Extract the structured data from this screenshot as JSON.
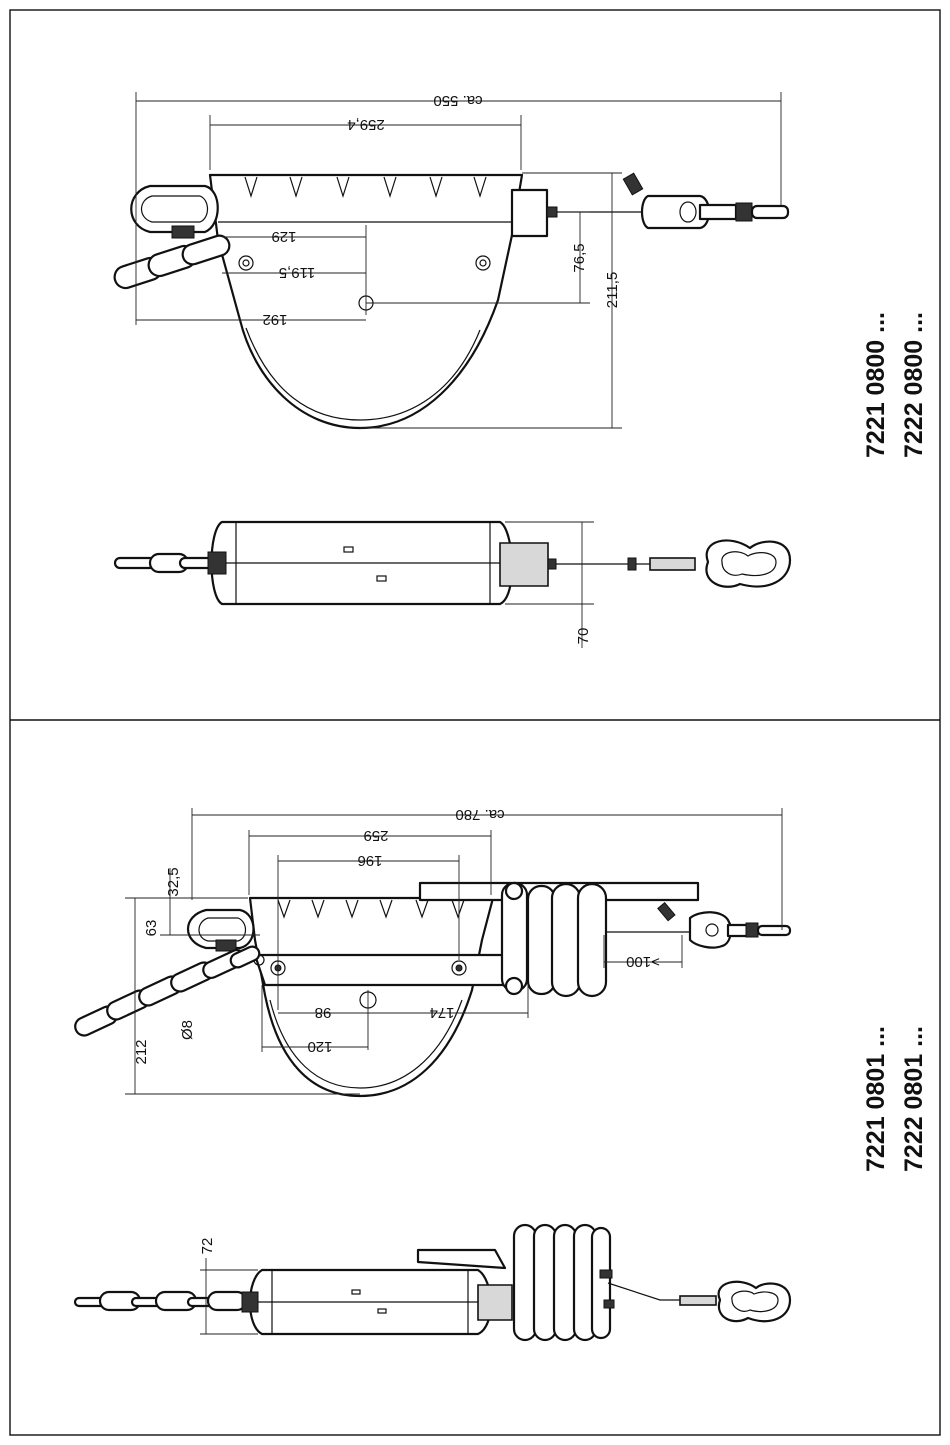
{
  "diagram": {
    "top_panel": {
      "product_codes": [
        "7221 0800 ...",
        "7222 0800 ..."
      ],
      "dimensions": {
        "overall_length": "ca. 550",
        "body_width": "259,4",
        "top_offset_a": "129",
        "top_offset_b": "119,5",
        "center_offset": "192",
        "cable_offset": "76,5",
        "height": "211,5",
        "depth": "70"
      }
    },
    "bottom_panel": {
      "product_codes": [
        "7221 0801 ...",
        "7222 0801 ..."
      ],
      "dimensions": {
        "overall_length": "ca. 780",
        "body_width": "259",
        "hole_spacing": "196",
        "top_offset": "32,5",
        "side_offset": "63",
        "center_offset_a": "98",
        "center_offset_b": "174",
        "chain_diameter": "Ø8",
        "height": "212",
        "radius_offset": "120",
        "min_spiral": ">100",
        "depth": "72"
      }
    }
  }
}
